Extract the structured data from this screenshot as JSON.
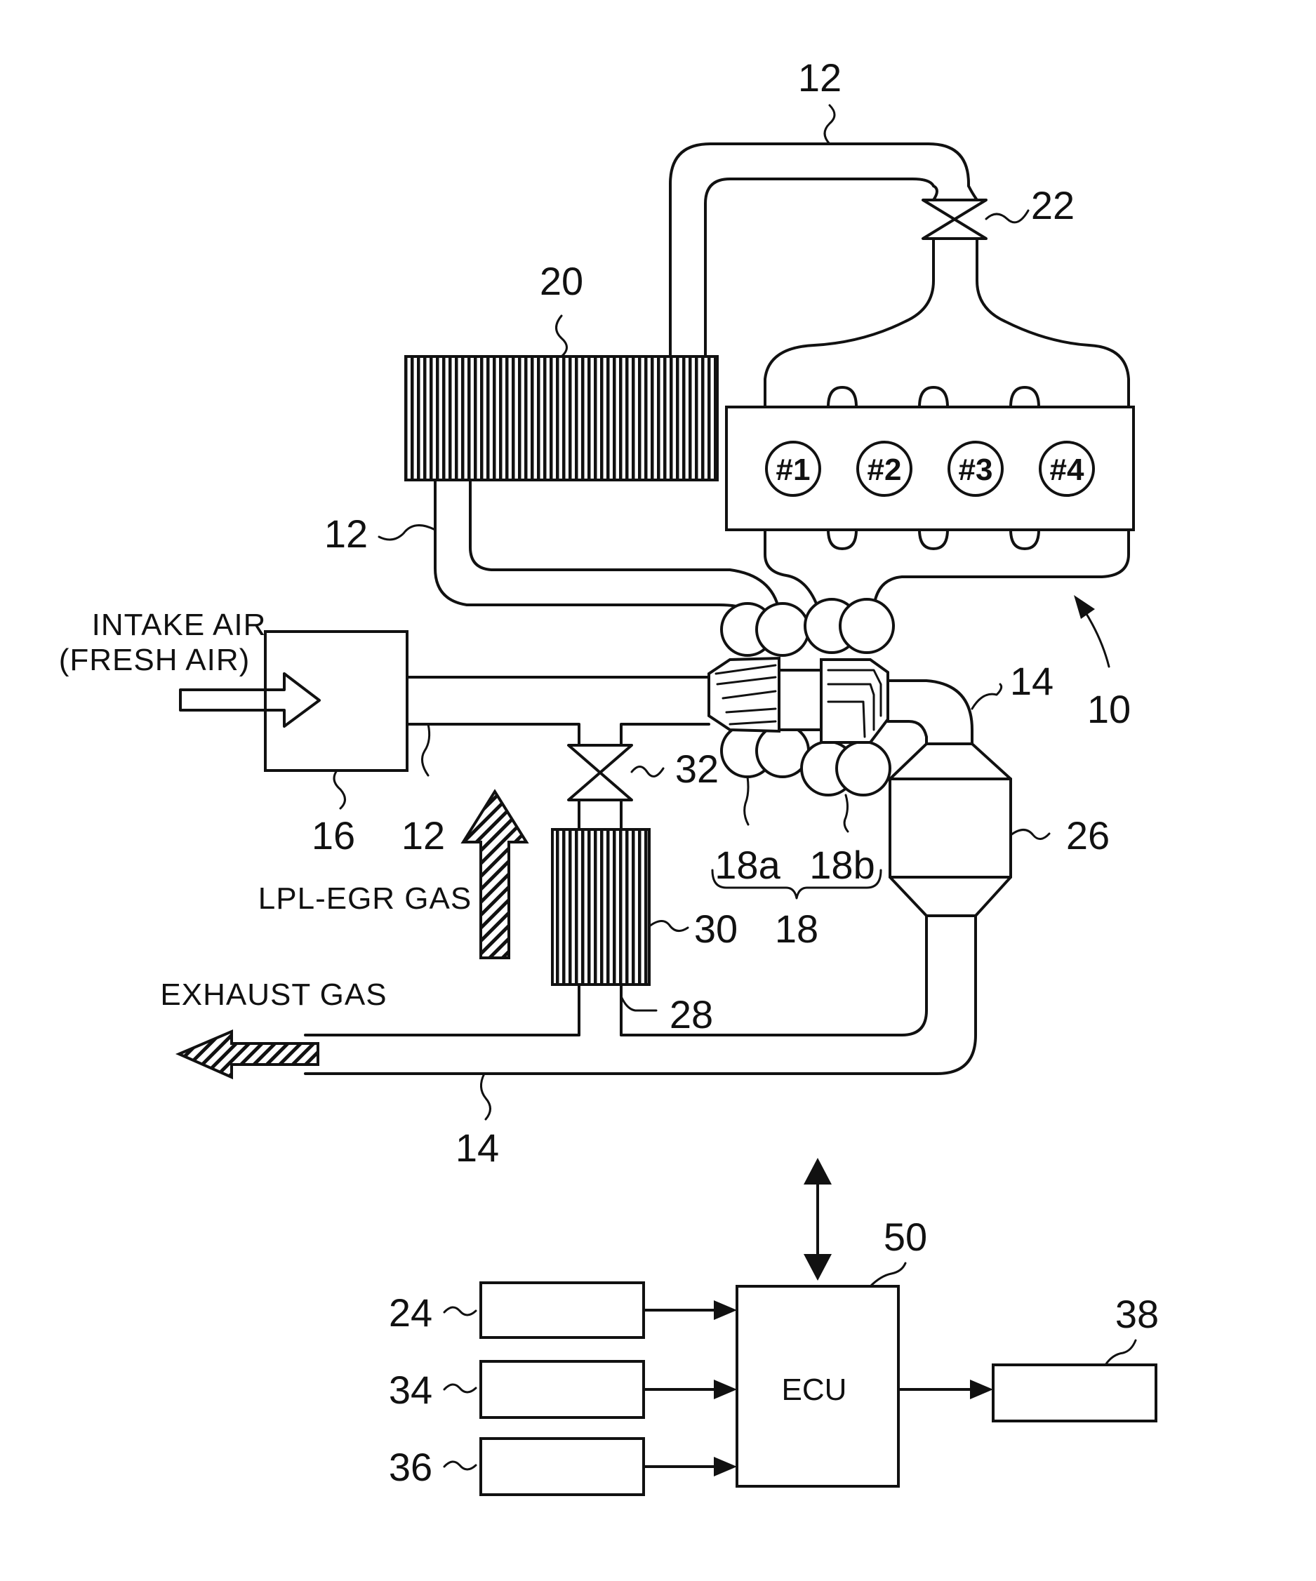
{
  "labels": {
    "ref_12_top": "12",
    "ref_22": "22",
    "ref_20": "20",
    "ref_12_left": "12",
    "intake_line1": "INTAKE AIR",
    "intake_line2": "(FRESH AIR)",
    "ref_14_right": "14",
    "ref_10": "10",
    "ref_32": "32",
    "ref_26": "26",
    "ref_16": "16",
    "ref_12_bottom": "12",
    "ref_18a": "18a",
    "ref_18b": "18b",
    "ref_18": "18",
    "lpl_egr": "LPL-EGR GAS",
    "ref_30": "30",
    "exhaust_gas": "EXHAUST GAS",
    "ref_28": "28",
    "ref_14_bottom": "14",
    "ref_50": "50",
    "ref_24": "24",
    "ref_34": "34",
    "ref_36": "36",
    "ref_38": "38",
    "ecu": "ECU"
  },
  "cylinders": [
    "#1",
    "#2",
    "#3",
    "#4"
  ]
}
